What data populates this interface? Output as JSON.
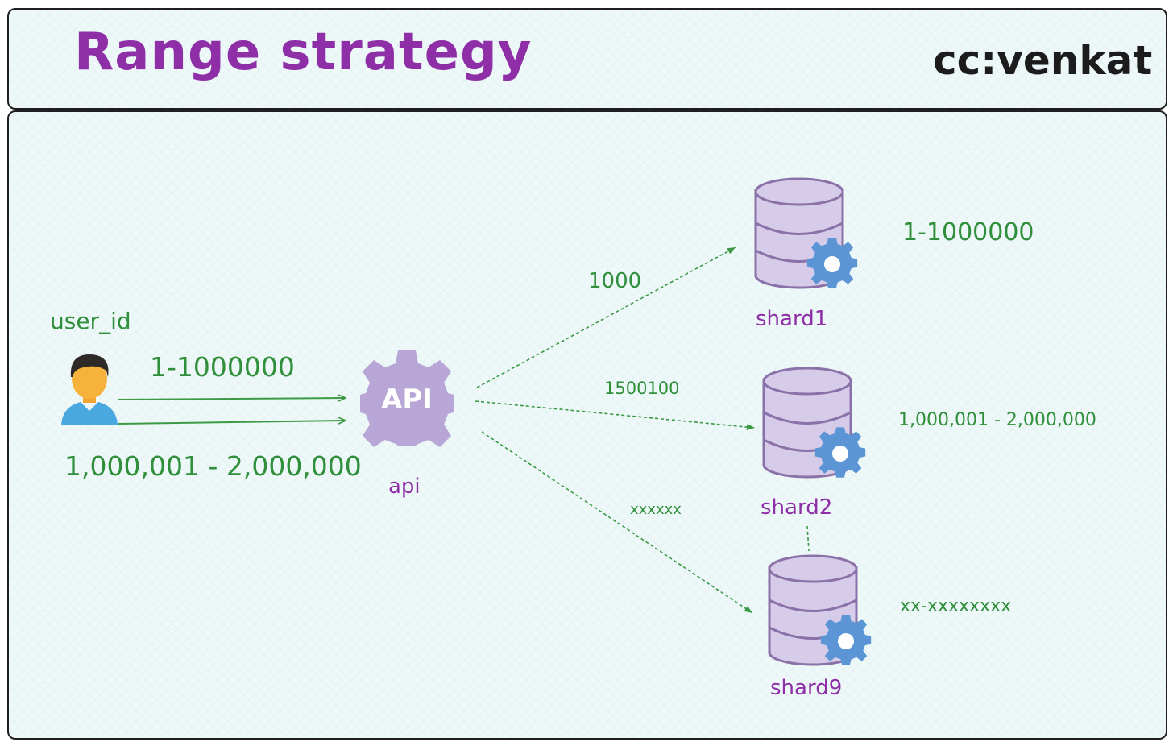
{
  "header": {
    "title": "Range strategy",
    "credit": "cc:venkat"
  },
  "colors": {
    "title": "#8e2fa8",
    "label_green": "#2f8f3a",
    "arrow_green": "#3c9a46",
    "db_fill": "#d6cbe8",
    "db_stroke": "#8a72a8",
    "gear_blue": "#5b95d6",
    "api_gear": "#b8a6d6"
  },
  "user": {
    "label": "user_id",
    "range_1": "1-1000000",
    "range_2": "1,000,001 - 2,000,000",
    "icon": "user-avatar-icon"
  },
  "api": {
    "icon_text": "API",
    "label": "api",
    "icon": "api-gear-icon"
  },
  "routes": [
    {
      "label": "1000",
      "target": "shard1"
    },
    {
      "label": "1500100",
      "target": "shard2"
    },
    {
      "label": "xxxxxx",
      "target": "shard9"
    }
  ],
  "shards": [
    {
      "name": "shard1",
      "range": "1-1000000",
      "icon": "database-icon"
    },
    {
      "name": "shard2",
      "range": "1,000,001 - 2,000,000",
      "icon": "database-icon"
    },
    {
      "name": "shard9",
      "range": "xx-xxxxxxxx",
      "icon": "database-icon"
    }
  ]
}
